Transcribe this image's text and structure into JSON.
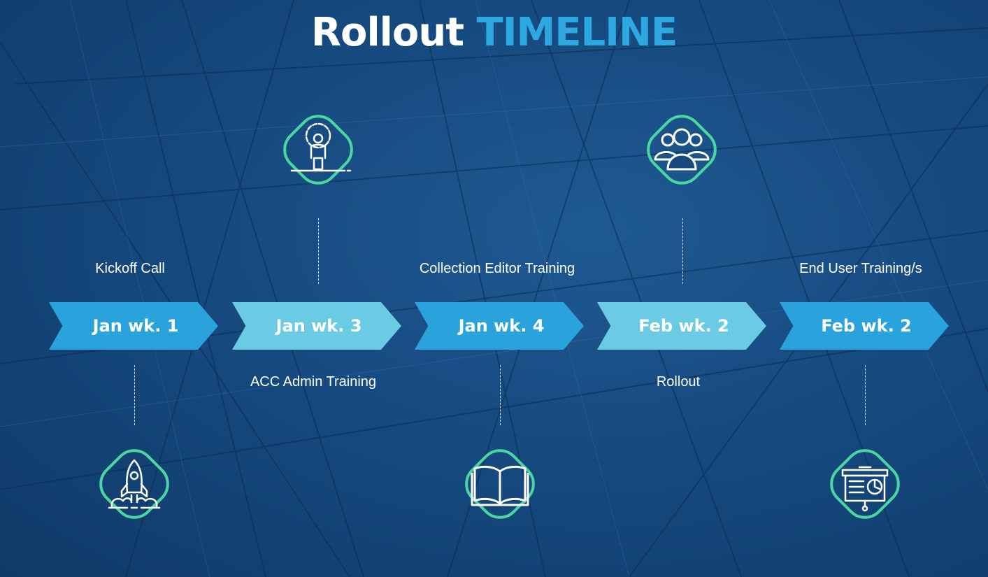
{
  "title": {
    "main": "Rollout",
    "accent": "TIMELINE"
  },
  "colors": {
    "chevron_dark": "#2aa3dc",
    "chevron_light": "#6bcbe5",
    "badge_ring": "#4ad6a0",
    "title_accent": "#2ea8e0"
  },
  "steps": [
    {
      "date": "Jan wk. 1",
      "label": "Kickoff Call",
      "icon": "rocket-icon"
    },
    {
      "date": "Jan wk. 3",
      "label": "ACC Admin Training",
      "icon": "gear-person-icon"
    },
    {
      "date": "Jan wk. 4",
      "label": "Collection Editor Training",
      "icon": "book-icon"
    },
    {
      "date": "Feb wk. 2",
      "label": "Rollout",
      "icon": "group-icon"
    },
    {
      "date": "Feb wk. 2",
      "label": "End User Training/s",
      "icon": "presentation-icon"
    }
  ]
}
